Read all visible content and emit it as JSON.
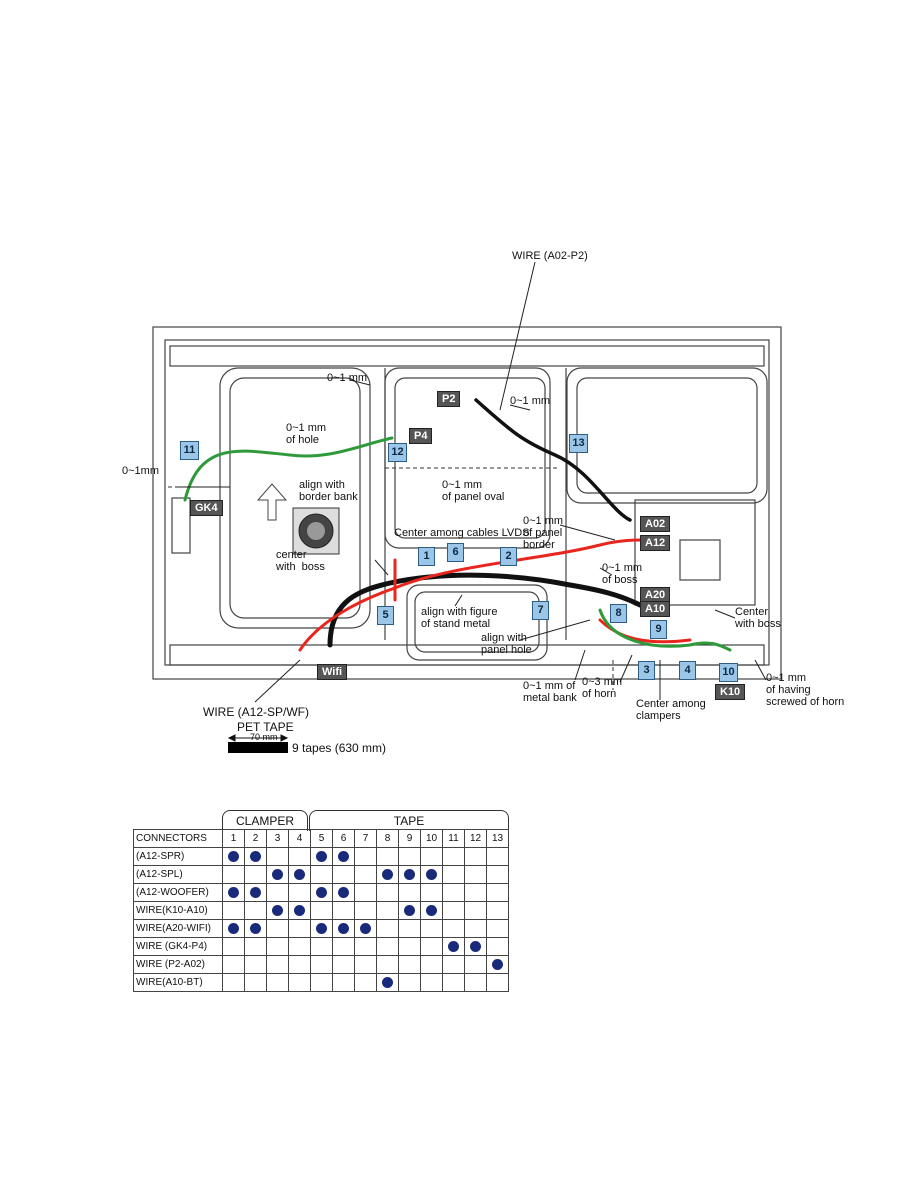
{
  "header_wire_label": "WIRE (A02-P2)",
  "connector_tags": {
    "p2": "P2",
    "p4": "P4",
    "gk4": "GK4",
    "a02": "A02",
    "a12": "A12",
    "a20": "A20",
    "a10": "A10",
    "k10": "K10",
    "wifi": "Wifi"
  },
  "numbers": {
    "n1": "1",
    "n2": "2",
    "n3": "3",
    "n4": "4",
    "n5": "5",
    "n6": "6",
    "n7": "7",
    "n8": "8",
    "n9": "9",
    "n10": "10",
    "n11": "11",
    "n12": "12",
    "n13": "13"
  },
  "annotations": {
    "mm_top": "0~1 mm",
    "mm_hole": "0~1 mm\nof hole",
    "mm_right_top": "0~1 mm",
    "mm_left": "0~1mm",
    "align_border": "align with\nborder bank",
    "panel_oval": "0~1 mm\nof panel oval",
    "cables_lvds": "Center among cables LVDS",
    "panel_border": "0~1 mm\nof panel\nborder",
    "center_boss": "center\nwith  boss",
    "of_boss": "0~1 mm\nof boss",
    "align_stand": "align with figure\nof stand metal",
    "align_panel_hole": "align with\npanel hole",
    "center_with_boss_r": "Center\nwith boss",
    "metal_bank": "0~1 mm of\nmetal bank",
    "horn": "0~3 mm\nof horn",
    "clampers": "Center among\nclampers",
    "screwed_horn": "0~1 mm\nof having\nscrewed of horn",
    "wire_a12": "WIRE (A12-SP/WF)"
  },
  "pet": {
    "title": "PET TAPE",
    "length": "70 mm",
    "note": "9 tapes (630 mm)"
  },
  "table": {
    "clamper_title": "CLAMPER",
    "tape_title": "TAPE",
    "corner": "CONNECTORS",
    "columns": [
      "1",
      "2",
      "3",
      "4",
      "5",
      "6",
      "7",
      "8",
      "9",
      "10",
      "11",
      "12",
      "13"
    ],
    "rows": [
      {
        "label": "(A12-SPR)",
        "marks": [
          1,
          2,
          5,
          6
        ]
      },
      {
        "label": "(A12-SPL)",
        "marks": [
          3,
          4,
          8,
          9,
          10
        ]
      },
      {
        "label": "(A12-WOOFER)",
        "marks": [
          1,
          2,
          5,
          6
        ]
      },
      {
        "label": "WIRE(K10-A10)",
        "marks": [
          3,
          4,
          9,
          10
        ]
      },
      {
        "label": "WIRE(A20-WIFI)",
        "marks": [
          1,
          2,
          5,
          6,
          7
        ]
      },
      {
        "label": "WIRE (GK4-P4)",
        "marks": [
          11,
          12
        ]
      },
      {
        "label": "WIRE (P2-A02)",
        "marks": [
          13
        ]
      },
      {
        "label": "WIRE(A10-BT)",
        "marks": [
          8
        ]
      }
    ]
  },
  "colors": {
    "red_wire": "#e8261e",
    "green_wire": "#2e9a3a",
    "black_wire": "#111111",
    "tag_fill": "#555555",
    "number_fill": "#9cc6e8",
    "dot": "#1a2a7a"
  }
}
